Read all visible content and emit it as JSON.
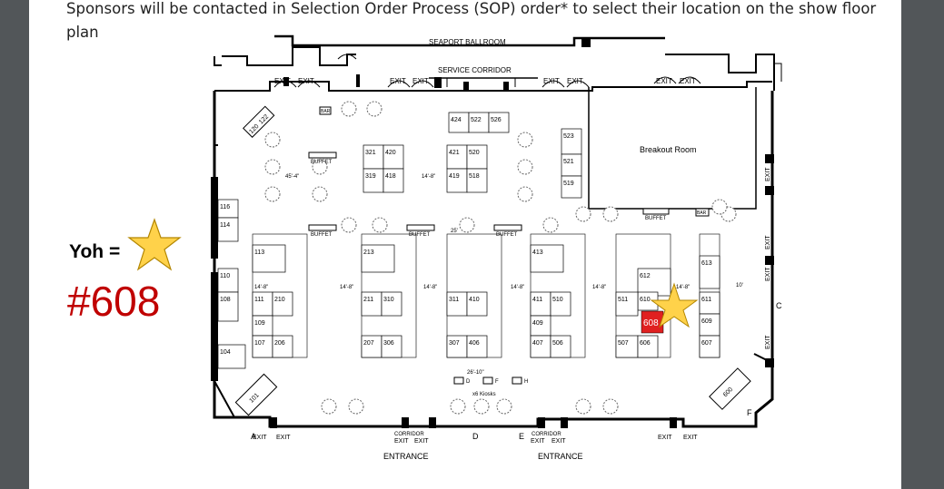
{
  "intro_text": "Sponsors will be contacted in Selection Order Process (SOP) order* to select their location on the show floor plan",
  "callout": {
    "label": "Yoh =",
    "booth": "#608",
    "booth_color": "#c00000",
    "star_color": "#ffd24a"
  },
  "plan": {
    "ballroom": "SEAPORT BALLROOM",
    "service_corridor": "SERVICE CORRIDOR",
    "breakout_room": "Breakout Room",
    "entrance_left": "ENTRANCE",
    "entrance_right": "ENTRANCE",
    "exit": "EXIT",
    "buffet": "BUFFET",
    "bar": "BAR",
    "corridor": "CORRIDOR",
    "kiosks": "x6 Kiosks",
    "kiosk_dim": "26'-10\"",
    "kiosk_labels": [
      "D",
      "F",
      "H"
    ],
    "dims": [
      "14'-8\"",
      "14'-8\"",
      "14'-8\"",
      "14'-8\"",
      "14'-8\"",
      "14'-8\"",
      "45'-4\"",
      "14'-8\"",
      "25'",
      "10'"
    ],
    "aisle_letters": [
      "A",
      "D",
      "E",
      "F",
      "C"
    ],
    "booths": [
      "424",
      "522",
      "526",
      "523",
      "521",
      "519",
      "321",
      "420",
      "319",
      "418",
      "421",
      "520",
      "419",
      "518",
      "116",
      "114",
      "110",
      "108",
      "104",
      "101",
      "113",
      "111",
      "210",
      "109",
      "107",
      "206",
      "213",
      "211",
      "310",
      "207",
      "306",
      "311",
      "410",
      "307",
      "406",
      "413",
      "411",
      "510",
      "409",
      "407",
      "506",
      "612",
      "610",
      "511",
      "507",
      "606",
      "613",
      "611",
      "609",
      "607",
      "600",
      "120",
      "122"
    ],
    "highlight_booth": "608",
    "highlight_color": "#e02020"
  }
}
